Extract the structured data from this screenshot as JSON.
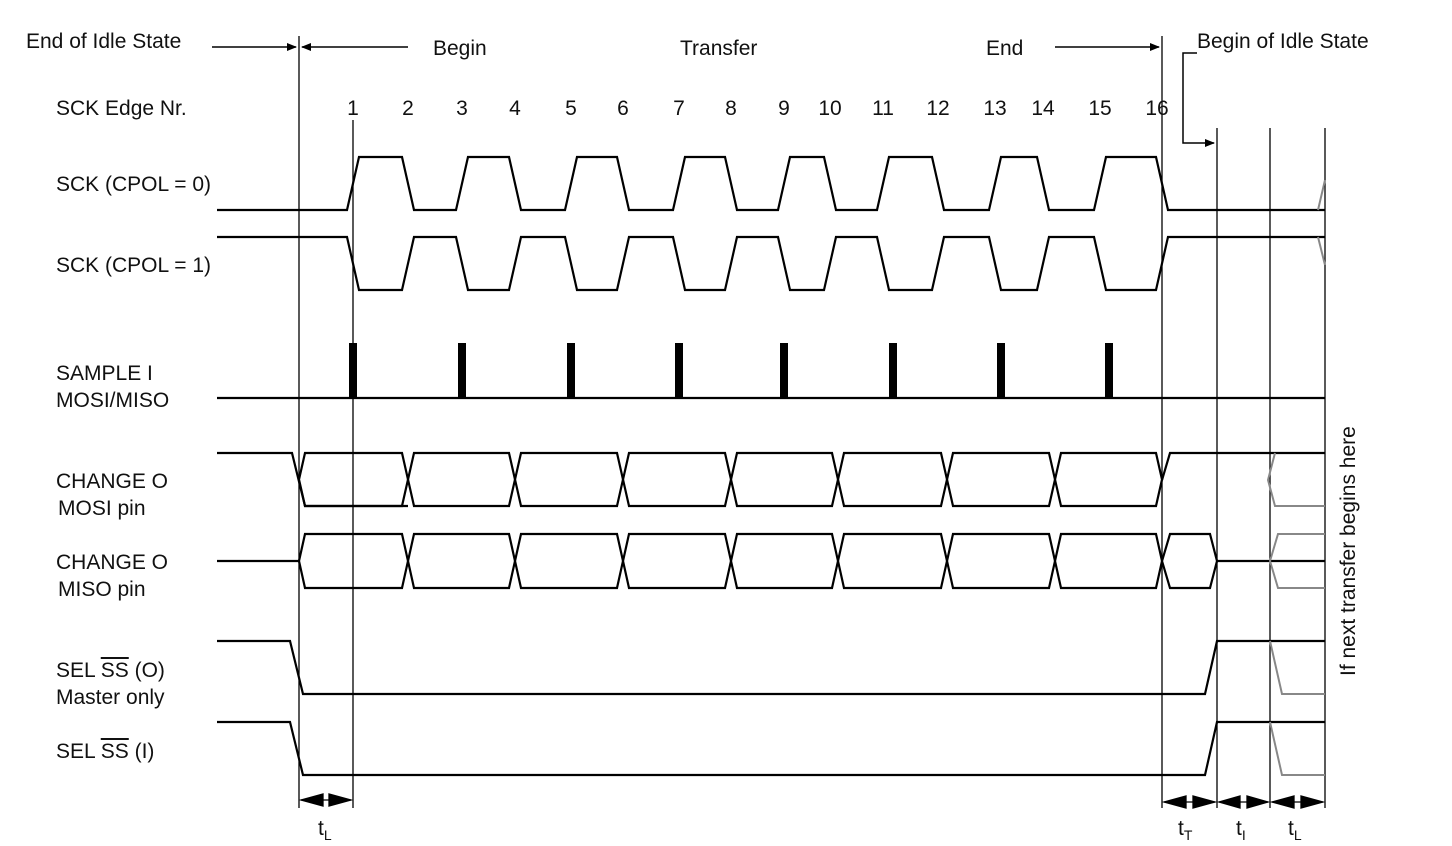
{
  "header": {
    "end_idle": "End of Idle State",
    "begin": "Begin",
    "transfer": "Transfer",
    "end": "End",
    "begin_idle": "Begin of Idle State"
  },
  "row_labels": {
    "edge_nr": "SCK Edge Nr.",
    "sck_cpol0": "SCK (CPOL = 0)",
    "sck_cpol1": "SCK (CPOL = 1)",
    "sample_line1": "SAMPLE I",
    "sample_line2": "MOSI/MISO",
    "change_mosi_line1": "CHANGE O",
    "change_mosi_line2": "MOSI pin",
    "change_miso_line1": "CHANGE O",
    "change_miso_line2": "MISO pin",
    "sel_master_prefix": "SEL ",
    "sel_master_ss": "SS",
    "sel_master_suffix": " (O)",
    "sel_master_line2": "Master only",
    "sel_in_prefix": "SEL ",
    "sel_in_ss": "SS",
    "sel_in_suffix": " (I)"
  },
  "edge_numbers": [
    "1",
    "2",
    "3",
    "4",
    "5",
    "6",
    "7",
    "8",
    "9",
    "10",
    "11",
    "12",
    "13",
    "14",
    "15",
    "16"
  ],
  "timing_labels": {
    "tl_main": "t",
    "tl_main_sub": "L",
    "tt": "t",
    "tt_sub": "T",
    "ti": "t",
    "ti_sub": "I",
    "tl_end": "t",
    "tl_end_sub": "L"
  },
  "side_note": "If next transfer begins here",
  "colors": {
    "signal": "#000000",
    "next_transfer": "#888888"
  }
}
